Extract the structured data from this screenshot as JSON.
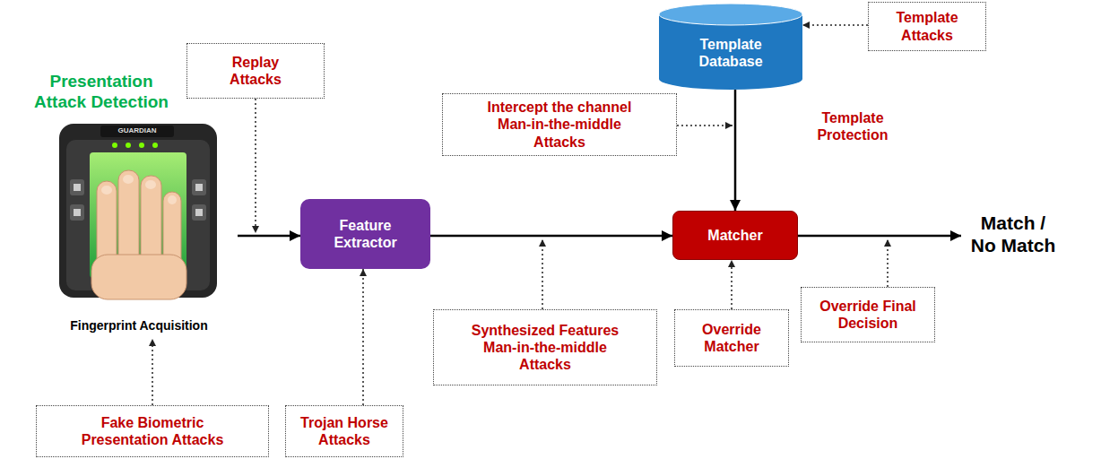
{
  "diagram": {
    "nodes": [
      {
        "text": [
          "Template Database"
        ]
      },
      {
        "text": [
          "Template Attacks"
        ]
      },
      {
        "text": [
          "Replay Attacks"
        ]
      },
      {
        "text": [
          "Intercept the channel Man-in-the-middle Attacks"
        ]
      },
      {
        "text": [
          "Fingerprint Acquisition"
        ]
      },
      {
        "text": [
          "Feature Extractor"
        ]
      },
      {
        "text": [
          "Matcher"
        ]
      },
      {
        "text": [
          "Synthesized Features Man-in-the-middle Attacks"
        ]
      },
      {
        "text": [
          "Override Matcher"
        ]
      },
      {
        "text": [
          "Override Final Decision"
        ]
      },
      {
        "text": [
          "Fake Biometric Presentation Attacks"
        ]
      },
      {
        "text": [
          "Trojan Horse Attacks"
        ]
      }
    ],
    "edges": [
      {
        "from": 4,
        "to": 5,
        "arrow": "to"
      },
      {
        "from": 5,
        "to": 6,
        "arrow": "to"
      },
      {
        "from": 0,
        "to": 6,
        "arrow": "to"
      },
      {
        "from": 1,
        "to": 0,
        "arrow": "to"
      },
      {
        "from": 8,
        "to": 6,
        "arrow": "to"
      },
      {
        "from": 10,
        "to": 4,
        "arrow": "to"
      },
      {
        "from": 11,
        "to": 5,
        "arrow": "to"
      }
    ],
    "labels": [
      "Presentation Attack Detection",
      "GUARDIAN",
      "Template Protection",
      "Match / No Match"
    ]
  }
}
